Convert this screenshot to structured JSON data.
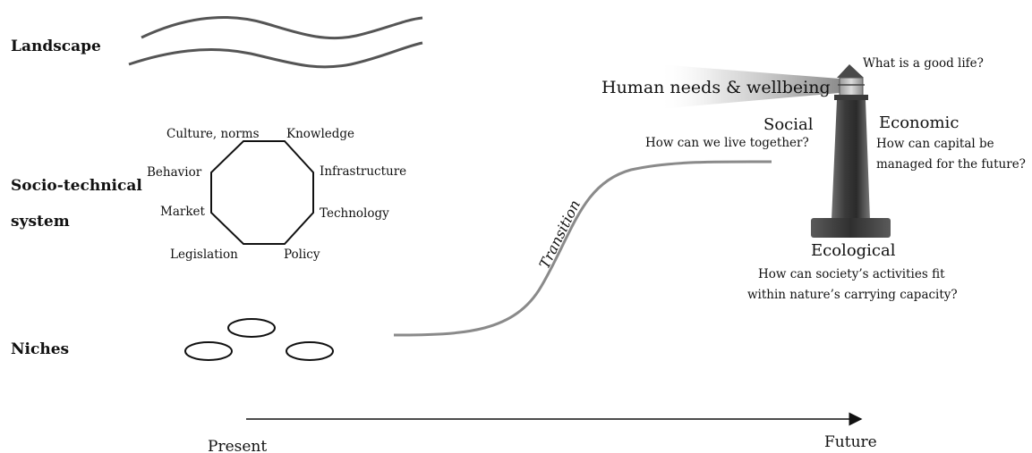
{
  "levels": {
    "landscape": "Landscape",
    "socio_line1": "Socio-technical",
    "socio_line2": "system",
    "niches": "Niches"
  },
  "regime_factors": {
    "culture": "Culture, norms",
    "knowledge": "Knowledge",
    "behavior": "Behavior",
    "infrastructure": "Infrastructure",
    "market": "Market",
    "technology": "Technology",
    "legislation": "Legislation",
    "policy": "Policy"
  },
  "transition_label": "Transition",
  "lighthouse": {
    "beam_text": "Human needs & wellbeing",
    "top_question": "What is a good life?",
    "social": {
      "title": "Social",
      "question": "How can we live together?"
    },
    "economic": {
      "title": "Economic",
      "question_line1": "How can capital be",
      "question_line2": "managed for the future?"
    },
    "ecological": {
      "title": "Ecological",
      "question_line1": "How can society’s activities fit",
      "question_line2": "within nature’s carrying capacity?"
    }
  },
  "axis": {
    "present": "Present",
    "future": "Future"
  }
}
